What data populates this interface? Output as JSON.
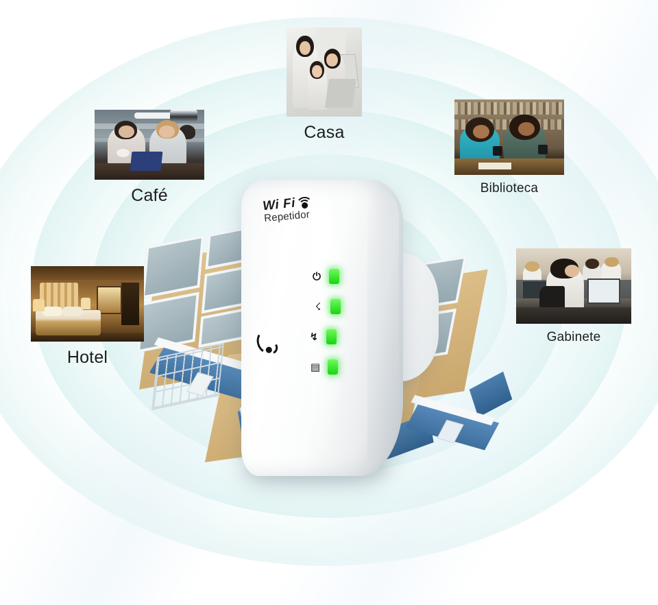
{
  "product": {
    "brand_line1": "Wi Fi",
    "brand_line2": "Repetidor",
    "wps_icon": "wps-signal-icon",
    "plug_icon": "wall-plug-prong",
    "leds": [
      {
        "icon_glyph": "⏻",
        "name": "power-led",
        "state": "on",
        "color": "#22d41a"
      },
      {
        "icon_glyph": "☇",
        "name": "wlan-led",
        "state": "on",
        "color": "#22d41a"
      },
      {
        "icon_glyph": "↯",
        "name": "wps-led",
        "state": "on",
        "color": "#22d41a"
      },
      {
        "icon_glyph": "▤",
        "name": "ethernet-led",
        "state": "on",
        "color": "#22d41a"
      }
    ]
  },
  "scenes": [
    {
      "id": "casa",
      "caption": "Casa",
      "alt": "family-at-laptop-photo"
    },
    {
      "id": "cafe",
      "caption": "Café",
      "alt": "two-women-with-tablet-in-cafe-photo"
    },
    {
      "id": "biblioteca",
      "caption": "Biblioteca",
      "alt": "students-studying-in-library-photo"
    },
    {
      "id": "hotel",
      "caption": "Hotel",
      "alt": "hotel-bedroom-photo"
    },
    {
      "id": "gabinete",
      "caption": "Gabinete",
      "alt": "office-workers-at-desks-photo"
    }
  ],
  "illustration": {
    "house": "cutaway-3d-house-floorplan",
    "signal_rings": 5,
    "ring_color": "#e3f4f3",
    "background_color": "#ffffff"
  }
}
